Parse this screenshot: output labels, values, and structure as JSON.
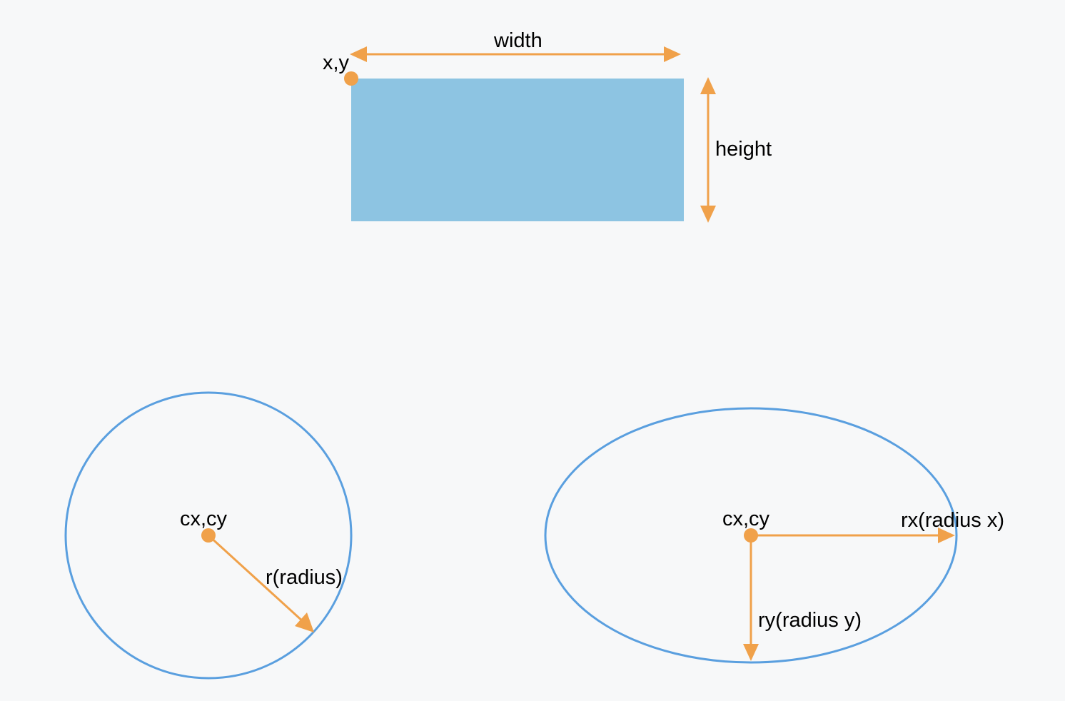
{
  "colors": {
    "background": "#f7f8f9",
    "rect_fill": "#8dc4e2",
    "accent_orange": "#f0a14a",
    "outline_blue": "#5a9fdf",
    "text": "#000000"
  },
  "rect_diagram": {
    "origin_label": "x,y",
    "width_label": "width",
    "height_label": "height"
  },
  "circle_diagram": {
    "center_label": "cx,cy",
    "radius_label": "r(radius)"
  },
  "ellipse_diagram": {
    "center_label": "cx,cy",
    "rx_label": "rx(radius x)",
    "ry_label": "ry(radius y)"
  }
}
